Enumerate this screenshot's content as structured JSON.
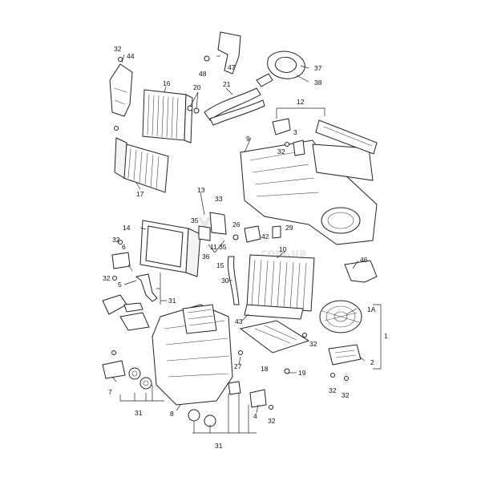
{
  "diagram": {
    "watermark": "Xa... .com.ua",
    "callouts": [
      "32",
      "44",
      "16",
      "20",
      "21",
      "47",
      "48",
      "37",
      "38",
      "12",
      "9",
      "3",
      "32",
      "17",
      "13",
      "33",
      "14",
      "35",
      "11",
      "35",
      "36",
      "15",
      "26",
      "42",
      "29",
      "10",
      "46",
      "32",
      "6",
      "32",
      "5",
      "31",
      "30",
      "1A",
      "43",
      "1",
      "32",
      "2",
      "32",
      "32",
      "7",
      "31",
      "8",
      "27",
      "18",
      "19",
      "31",
      "4",
      "32"
    ]
  }
}
